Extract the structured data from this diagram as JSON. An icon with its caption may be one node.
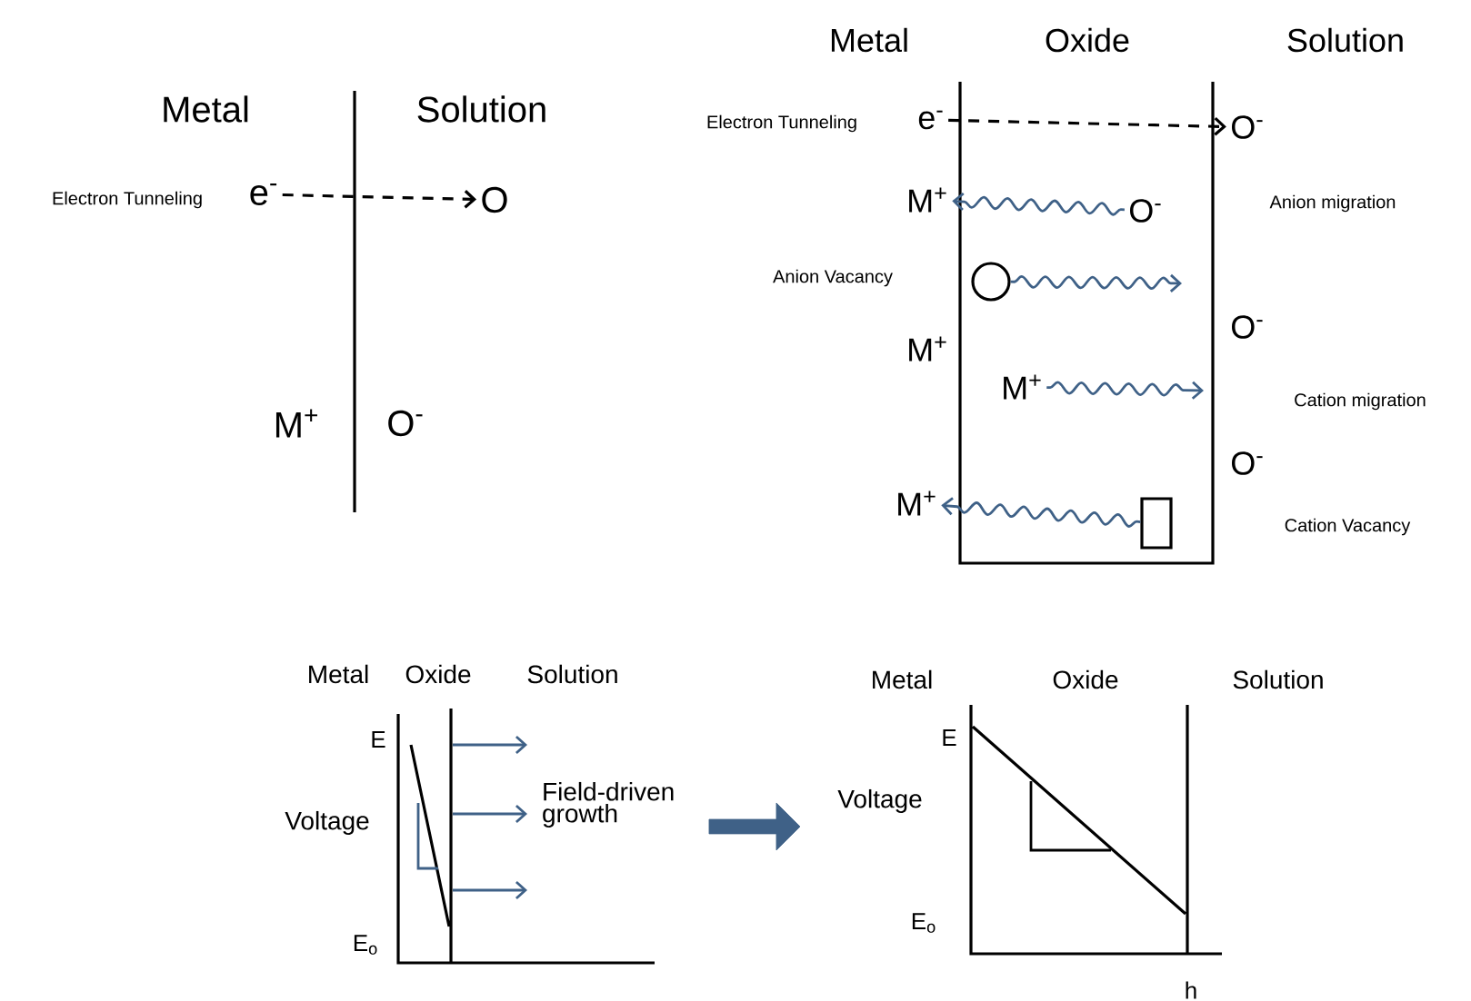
{
  "diagram": {
    "nodes": [
      {
        "text": [
          "e$^{-}$"
        ]
      },
      {
        "text": [
          "O"
        ]
      },
      {
        "text": [
          "e$^{-}$"
        ]
      },
      {
        "text": [
          "O$^{-}$"
        ]
      },
      {
        "text": [
          "M$^{+}$"
        ]
      },
      {
        "text": [
          "O$^{-}$"
        ]
      },
      {
        "text": [],
        "shape": "circle"
      },
      {
        "text": [
          "M$^{+}$"
        ]
      },
      {
        "text": [
          "M$^{+}$"
        ]
      },
      {
        "text": [],
        "shape": "box"
      }
    ],
    "edges": [
      {
        "from": 0,
        "to": 1,
        "arrow": "to",
        "style": "dashed",
        "color": "#000000"
      },
      {
        "from": 2,
        "to": 3,
        "arrow": "to",
        "style": "dashed",
        "color": "#000000"
      },
      {
        "from": 5,
        "to": 4,
        "arrow": "to"
      },
      {
        "from": 6,
        "to": null,
        "arrow": "to"
      },
      {
        "from": 7,
        "to": null,
        "arrow": "to"
      },
      {
        "from": 9,
        "to": 8,
        "arrow": "to"
      }
    ],
    "labels": [
      "Metal",
      "Solution",
      "Electron Tunneling",
      "M$^{+}$",
      "O$^{-}$",
      "Metal",
      "Oxide",
      "Solution",
      "Electron Tunneling",
      "Anion migration",
      "Anion Vacancy",
      "M$^{+}$",
      "O$^{-}$",
      "Cation migration",
      "O$^{-}$",
      "Cation Vacancy",
      "Metal",
      "Oxide",
      "Solution",
      "E",
      "Field-driven growth",
      "Voltage",
      "E$_{o}$",
      "Metal",
      "Oxide",
      "Solution",
      "E",
      "Voltage",
      "E$_{o}$",
      "h"
    ]
  }
}
